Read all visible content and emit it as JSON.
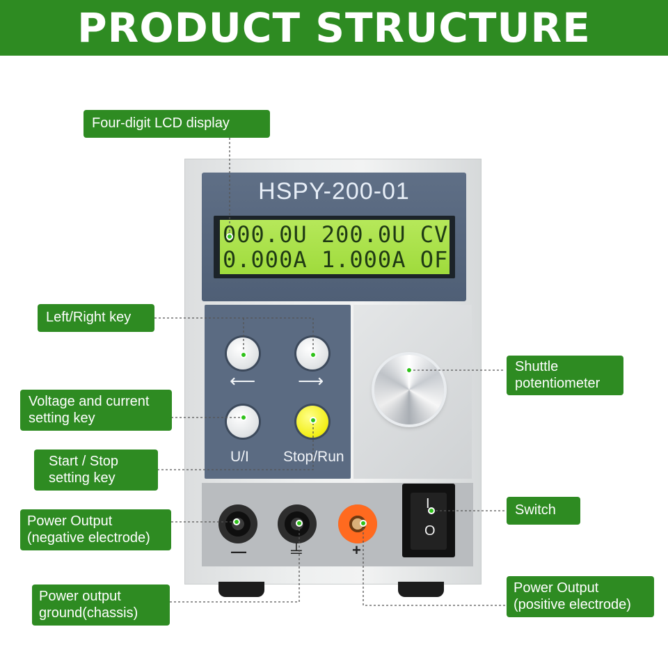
{
  "banner": {
    "title": "PRODUCT STRUCTURE"
  },
  "device": {
    "model": "HSPY-200-01",
    "lcd": {
      "line1": "000.0U 200.0U CV",
      "line2": "0.000A 1.000A OF"
    },
    "keys": {
      "ui_label": "U/I",
      "stop_run_label": "Stop/Run"
    },
    "switch": {
      "on_mark": "I",
      "off_mark": "O"
    },
    "terminal_symbols": {
      "negative": "—",
      "ground": "╧",
      "positive": "+"
    }
  },
  "callouts": {
    "lcd": "Four-digit LCD display",
    "left_right": "Left/Right key",
    "voltage_current": [
      "Voltage and current",
      "setting key"
    ],
    "start_stop": [
      "Start / Stop",
      "setting key"
    ],
    "power_negative": [
      "Power Output",
      "(negative electrode)"
    ],
    "power_ground": [
      "Power output",
      "ground(chassis)"
    ],
    "shuttle": [
      "Shuttle",
      "potentiometer"
    ],
    "switch": "Switch",
    "power_positive": [
      "Power Output",
      "(positive electrode)"
    ]
  },
  "colors": {
    "banner": "#2e8b22",
    "callout": "#2e8b22",
    "lcd": "#a6e04a",
    "panel": "#5b6b82"
  }
}
